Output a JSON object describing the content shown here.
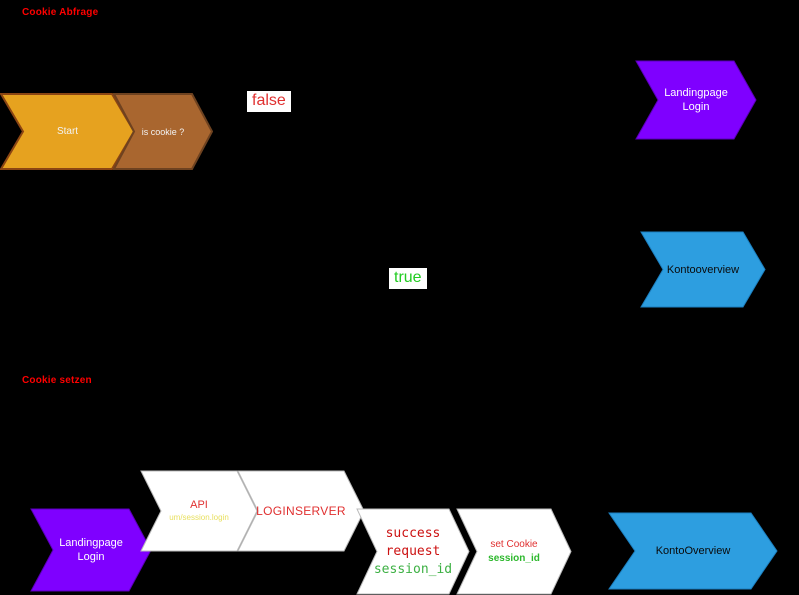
{
  "titles": {
    "cookie_abfrage": "Cookie Abfrage",
    "cookie_setzen": "Cookie setzen"
  },
  "branch_labels": {
    "false_label": "false",
    "true_label": "true"
  },
  "top_flow": {
    "start": "Start",
    "is_cookie": "is cookie ?",
    "landingpage_line1": "Landingpage",
    "landingpage_line2": "Login",
    "kontooverview": "Kontooverview"
  },
  "bottom_flow": {
    "landingpage_line1": "Landingpage",
    "landingpage_line2": "Login",
    "api": "API",
    "api_sub": "um/session.login",
    "loginserver": "LOGINSERVER",
    "success_line1": "success",
    "success_line2": "request",
    "success_line3": "session_id",
    "set_cookie_line1": "set Cookie",
    "set_cookie_line2": "session_id",
    "kontooverview": "KontoOverview"
  },
  "colors": {
    "background": "#000000",
    "title_red": "#ff0000",
    "false_red": "#e03030",
    "true_green": "#22cc22",
    "orange": "#e6a21f",
    "orange_stroke": "#8b4513",
    "brown": "#a9662f",
    "brown_stroke": "#6e4220",
    "purple": "#7f00ff",
    "purple_stroke": "#5a00b8",
    "blue": "#2d9ee0",
    "blue_stroke": "#1c7fbf",
    "white_shape": "#ffffff",
    "white_stroke": "#bbbbbb",
    "session_green": "#3cb043",
    "api_sub_yellow": "#e8e060"
  }
}
